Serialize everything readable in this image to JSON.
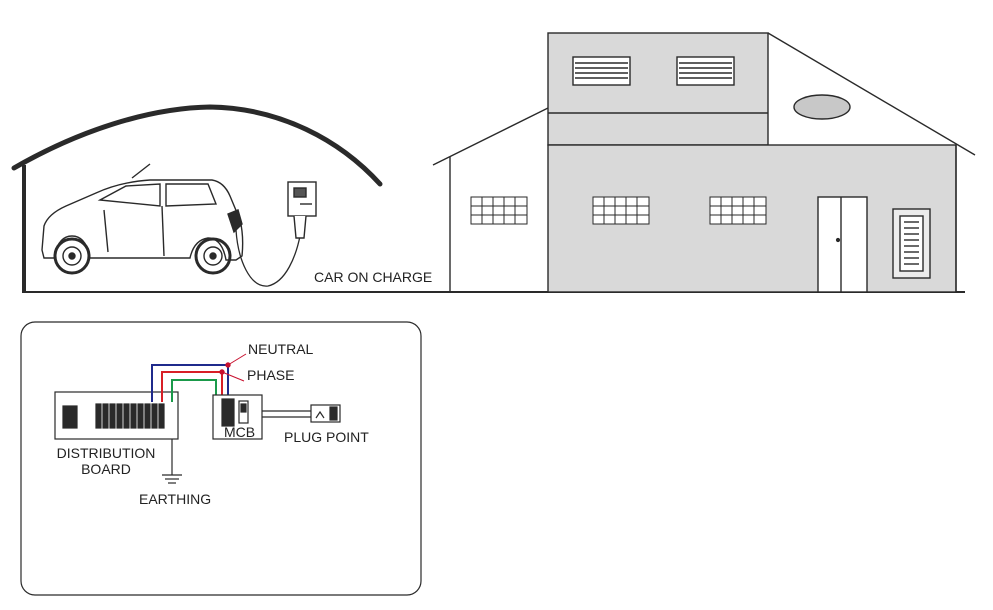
{
  "labels": {
    "car_on_charge": "CAR ON CHARGE",
    "neutral": "NEUTRAL",
    "phase": "PHASE",
    "distribution_board_line1": "DISTRIBUTION",
    "distribution_board_line2": "BOARD",
    "earthing": "EARTHING",
    "mcb": "MCB",
    "plug_point": "PLUG POINT"
  },
  "colors": {
    "outline": "#2a2a2a",
    "house_fill": "#d9d9d9",
    "neutral_wire": "#1f2a8c",
    "phase_wire": "#d81f26",
    "earth_wire": "#1a9a4a",
    "marker": "#c8102e"
  }
}
